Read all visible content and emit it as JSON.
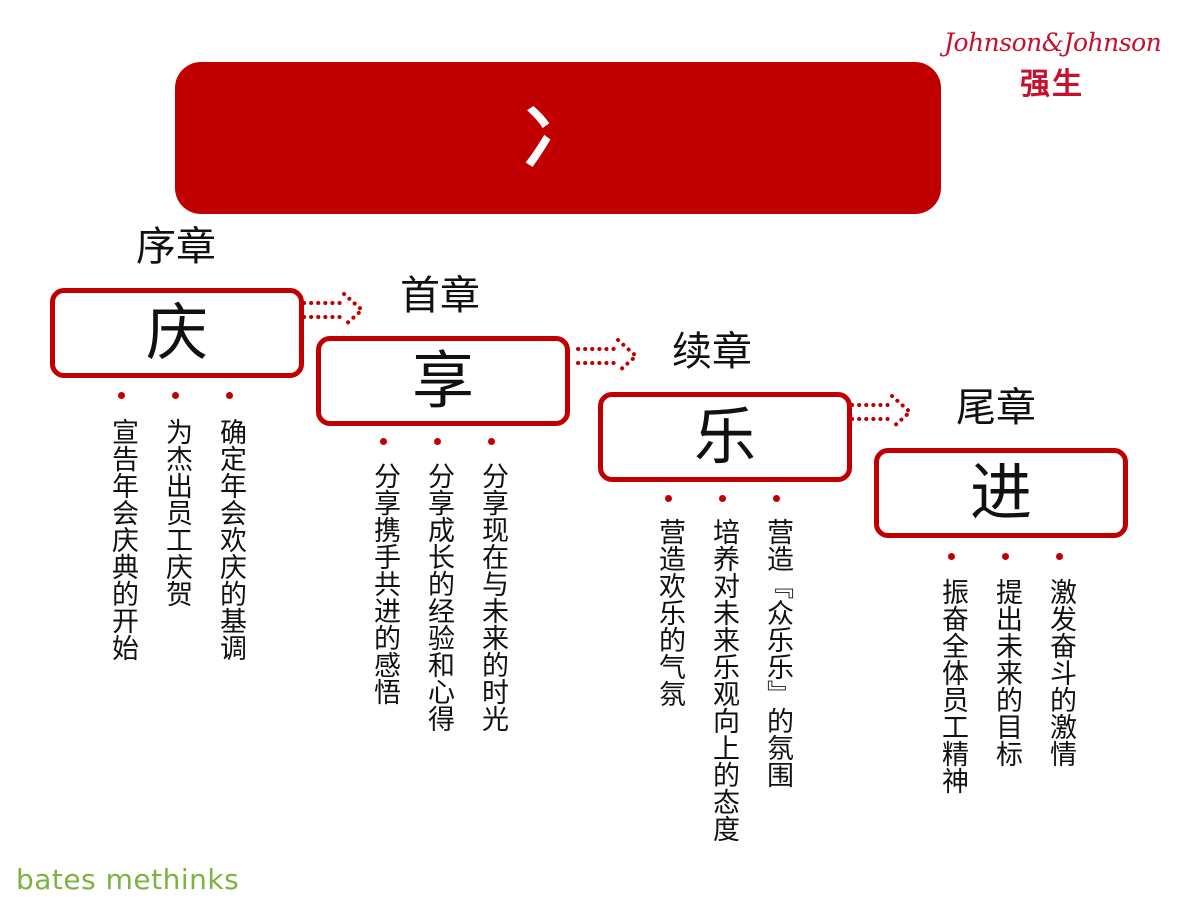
{
  "logo": {
    "english": "Johnson&Johnson",
    "chinese": "强生"
  },
  "banner": {
    "title": "冫"
  },
  "stages": [
    {
      "chapter": "序章",
      "character": "庆",
      "points": [
        "宣告年会庆典的开始",
        "为杰出员工庆贺",
        "确定年会欢庆的基调"
      ]
    },
    {
      "chapter": "首章",
      "character": "享",
      "points": [
        "分享携手共进的感悟",
        "分享成长的经验和心得",
        "分享现在与未来的时光"
      ]
    },
    {
      "chapter": "续章",
      "character": "乐",
      "points": [
        "营造欢乐的气氛",
        "培养对未来乐观向上的态度",
        "营造『众乐乐』的氛围"
      ]
    },
    {
      "chapter": "尾章",
      "character": "进",
      "points": [
        "振奋全体员工精神",
        "提出未来的目标",
        "激发奋斗的激情"
      ]
    }
  ],
  "footer": {
    "brand": "bates methinks"
  },
  "colors": {
    "accent": "#c00000",
    "logo": "#c8102e",
    "footer": "#7cb342"
  }
}
